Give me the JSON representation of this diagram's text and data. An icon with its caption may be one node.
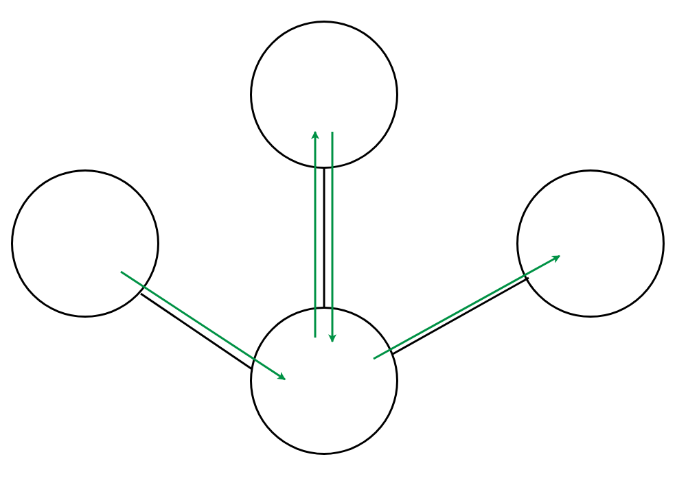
{
  "diagram": {
    "nodes": [
      {
        "text": [],
        "shape": "circle"
      },
      {
        "text": [],
        "shape": "circle"
      },
      {
        "text": [],
        "shape": "circle"
      },
      {
        "text": [],
        "shape": "circle"
      }
    ],
    "edges": [
      {
        "from": 1,
        "to": 3,
        "arrow": "none",
        "color": "#000000"
      },
      {
        "from": 0,
        "to": 3,
        "arrow": "none",
        "color": "#000000"
      },
      {
        "from": 3,
        "to": 2,
        "arrow": "none",
        "color": "#000000"
      },
      {
        "from": 1,
        "to": 3,
        "arrow": "to",
        "color": "#009245"
      },
      {
        "from": 3,
        "to": 0,
        "arrow": "to",
        "color": "#009245"
      },
      {
        "from": 0,
        "to": 3,
        "arrow": "to",
        "color": "#009245"
      },
      {
        "from": 3,
        "to": 2,
        "arrow": "to",
        "color": "#009245"
      }
    ]
  }
}
